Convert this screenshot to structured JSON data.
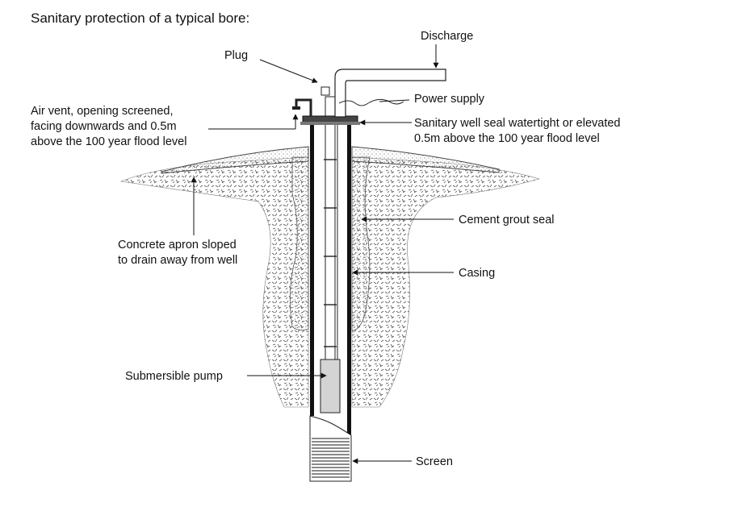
{
  "title": "Sanitary protection of a typical bore:",
  "labels": {
    "discharge": "Discharge",
    "plug": "Plug",
    "power_supply": "Power supply",
    "air_vent": [
      "Air vent, opening screened,",
      "facing downwards and 0.5m",
      "above the 100 year flood level"
    ],
    "well_seal": [
      "Sanitary well seal watertight or elevated",
      "0.5m above the 100 year flood level"
    ],
    "cement_grout": "Cement grout seal",
    "concrete_apron": [
      "Concrete apron sloped",
      "to drain away from well"
    ],
    "casing": "Casing",
    "submersible_pump": "Submersible pump",
    "screen": "Screen"
  }
}
